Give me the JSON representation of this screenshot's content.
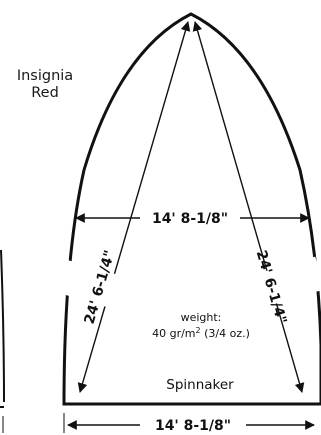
{
  "color_label": {
    "line1": "Insignia",
    "line2": "Red"
  },
  "sail": {
    "name": "Spinnaker",
    "weight_label": "weight:",
    "weight_value_prefix": "40 gr/m",
    "weight_value_sup": "2",
    "weight_value_suffix": " (3/4 oz.)"
  },
  "dimensions": {
    "mid_width": "14' 8-1/8\"",
    "foot_width": "14' 8-1/8\"",
    "left_luff": "24' 6-1/4\"",
    "right_luff": "24' 6-1/4\""
  }
}
